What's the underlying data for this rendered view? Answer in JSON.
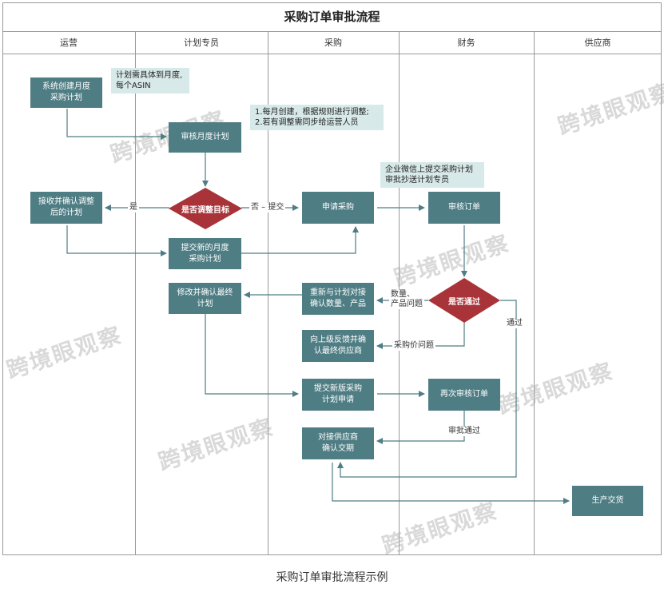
{
  "title": "采购订单审批流程",
  "caption": "采购订单审批流程示例",
  "lanes": [
    "运营",
    "计划专员",
    "采购",
    "财务",
    "供应商"
  ],
  "boxes": {
    "system_create": "系统创建月度\n采购计划",
    "review_monthly": "审核月度计划",
    "receive_confirm": "接收并确认调整\n后的计划",
    "apply_purchase": "申请采购",
    "review_order": "审核订单",
    "submit_new_monthly": "提交新的月度\n采购计划",
    "modify_confirm": "修改并确认最终\n计划",
    "renegotiate": "重新与计划对接\n确认数量、产品",
    "report_up": "向上级反馈并确\n认最终供应商",
    "submit_new_version": "提交新版采购\n计划申请",
    "re_review": "再次审核订单",
    "contact_supplier": "对接供应商\n确认交期",
    "production": "生产交货"
  },
  "decisions": {
    "adjust_target": "是否调整目标",
    "pass": "是否通过"
  },
  "notes": {
    "asin": "计划需具体到月度,\n每个ASIN",
    "monthly_rules": "1.每月创建，根据规则进行调整;\n2.若有调整需同步给运营人员",
    "wechat": "企业微信上提交采购计划\n审批抄送计划专员"
  },
  "labels": {
    "yes": "是",
    "no_submit": "否 – 提交",
    "qty_issue": "数量、\n产品问题",
    "pass": "通过",
    "price_issue": "采购价问题",
    "approved": "审批通过"
  },
  "watermark": "跨境眼观察",
  "colors": {
    "box": "#4f7d84",
    "diamond": "#a8343a",
    "note": "#d7e9e8",
    "arrow": "#4f7d84"
  }
}
